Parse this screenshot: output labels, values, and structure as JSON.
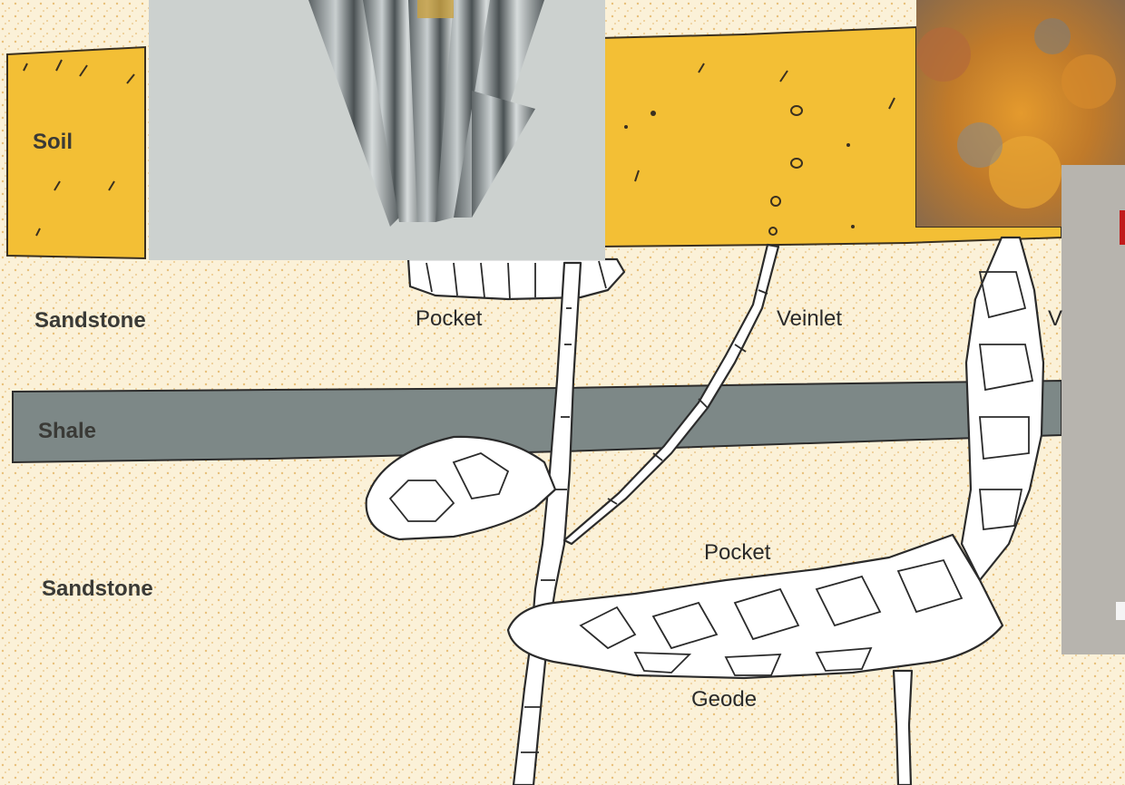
{
  "layers": {
    "soil": "Soil",
    "sandstone_upper": "Sandstone",
    "shale": "Shale",
    "sandstone_lower": "Sandstone"
  },
  "features": {
    "pocket_upper": "Pocket",
    "veinlet_mid": "Veinlet",
    "veinlet_right_partial": "V",
    "pocket_lower": "Pocket",
    "geode": "Geode"
  },
  "colors": {
    "soil": "#f3bf35",
    "sandstone": "#fbf1d8",
    "shale": "#7d8887",
    "crystal_fill": "#ffffff",
    "outline": "#2b2b2b"
  },
  "photos": [
    {
      "name": "stibnite-crystal-photo",
      "subject": "grey metallic bladed crystals"
    },
    {
      "name": "orange-mineral-photo",
      "subject": "orange crusted mineral specimen"
    },
    {
      "name": "grey-specimen-photo",
      "subject": "grey specimen with red mark"
    }
  ]
}
